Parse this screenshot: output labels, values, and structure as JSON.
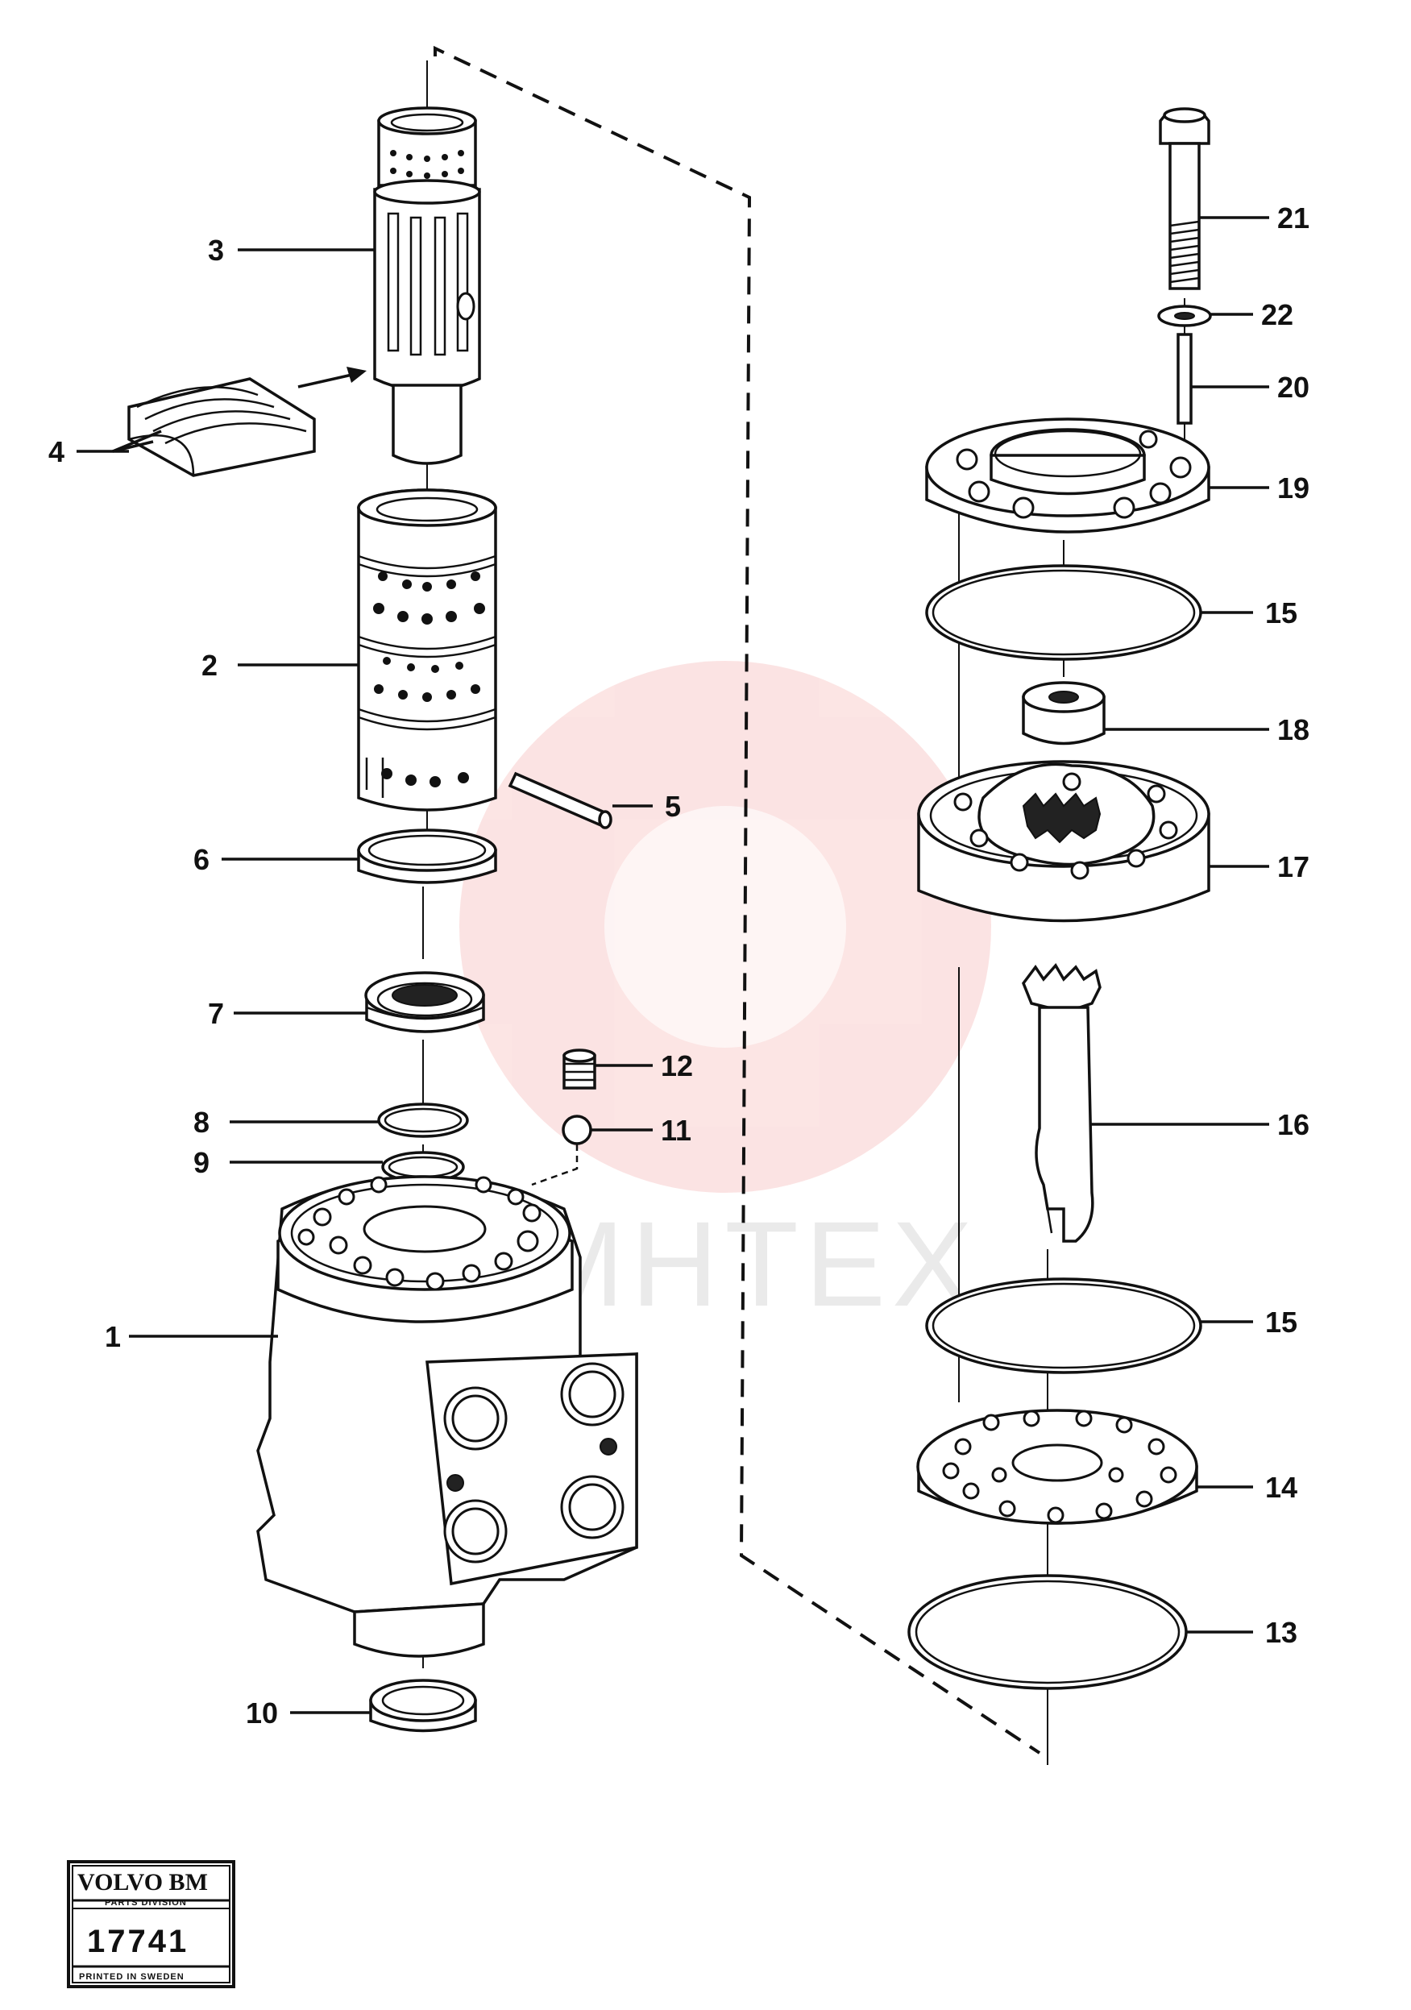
{
  "callouts": [
    {
      "num": "1",
      "part": "housing"
    },
    {
      "num": "2",
      "part": "sleeve"
    },
    {
      "num": "3",
      "part": "spool"
    },
    {
      "num": "4",
      "part": "springs"
    },
    {
      "num": "5",
      "part": "pin"
    },
    {
      "num": "6",
      "part": "ring"
    },
    {
      "num": "7",
      "part": "bearing"
    },
    {
      "num": "8",
      "part": "o-ring"
    },
    {
      "num": "9",
      "part": "o-ring"
    },
    {
      "num": "10",
      "part": "seal"
    },
    {
      "num": "11",
      "part": "ball"
    },
    {
      "num": "12",
      "part": "plug"
    },
    {
      "num": "13",
      "part": "o-ring"
    },
    {
      "num": "14",
      "part": "plate"
    },
    {
      "num": "15a",
      "part": "o-ring"
    },
    {
      "num": "15b",
      "part": "o-ring"
    },
    {
      "num": "16",
      "part": "shaft"
    },
    {
      "num": "17",
      "part": "gear-set"
    },
    {
      "num": "18",
      "part": "spacer"
    },
    {
      "num": "19",
      "part": "end-cover"
    },
    {
      "num": "20",
      "part": "pin"
    },
    {
      "num": "21",
      "part": "bolt"
    },
    {
      "num": "22",
      "part": "washer"
    }
  ],
  "labels": {
    "c1": "1",
    "c2": "2",
    "c3": "3",
    "c4": "4",
    "c5": "5",
    "c6": "6",
    "c7": "7",
    "c8": "8",
    "c9": "9",
    "c10": "10",
    "c11": "11",
    "c12": "12",
    "c13": "13",
    "c14": "14",
    "c15a": "15",
    "c15b": "15",
    "c16": "16",
    "c17": "17",
    "c18": "18",
    "c19": "19",
    "c20": "20",
    "c21": "21",
    "c22": "22"
  },
  "stamp": {
    "brand": "VOLVO BM",
    "division": "PARTS DIVISION",
    "number": "17741",
    "printed": "PRINTED IN SWEDEN"
  },
  "watermark": {
    "text": "MHTEX",
    "color": "#e8332e"
  }
}
